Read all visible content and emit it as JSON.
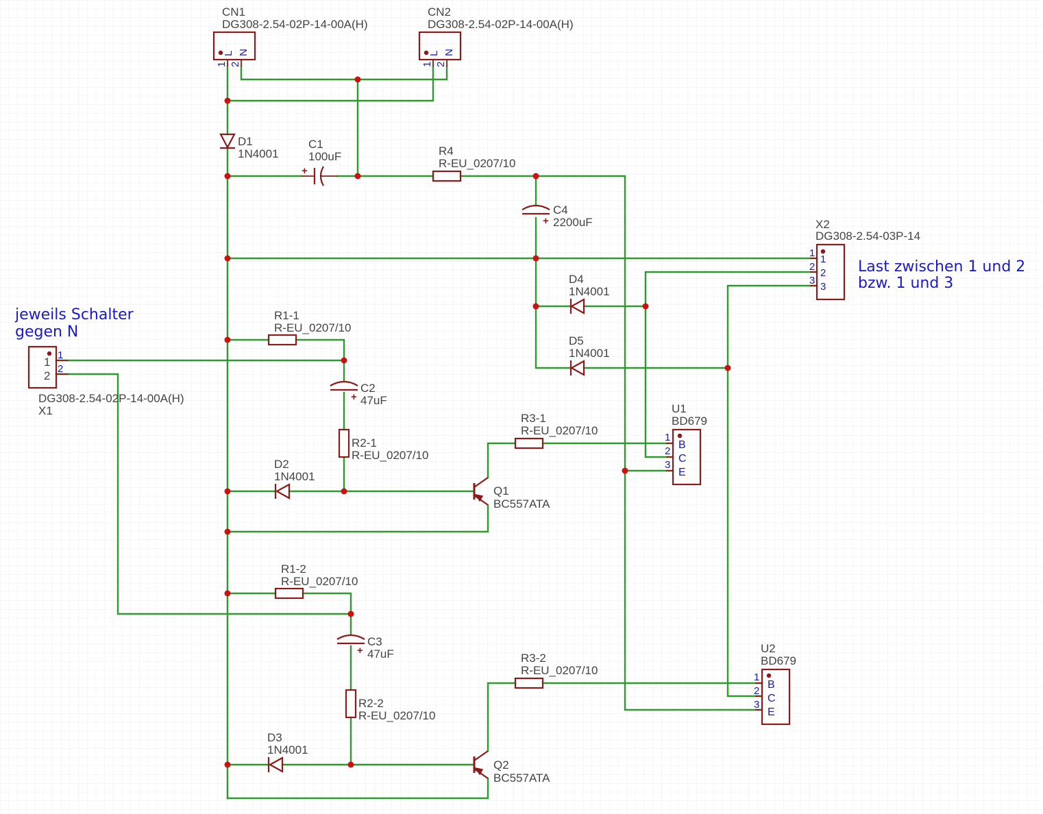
{
  "colors": {
    "wire": "#2e9a2e",
    "component": "#8b1a1a",
    "junction": "#cc1111",
    "label": "#444444",
    "note": "#1a1acc",
    "grid": "#ececec"
  },
  "notes": {
    "switch_line1": "jeweils Schalter",
    "switch_line2": "gegen N",
    "load_line1": "Last zwischen 1 und 2",
    "load_line2": "bzw. 1 und 3"
  },
  "components": {
    "cn1": {
      "name": "CN1",
      "value": "DG308-2.54-02P-14-00A(H)",
      "pin1": "1",
      "pin2": "2",
      "sig1": "L",
      "sig2": "N"
    },
    "cn2": {
      "name": "CN2",
      "value": "DG308-2.54-02P-14-00A(H)",
      "pin1": "1",
      "pin2": "2",
      "sig1": "L",
      "sig2": "N"
    },
    "d1": {
      "name": "D1",
      "value": "1N4001"
    },
    "c1": {
      "name": "C1",
      "value": "100uF"
    },
    "r4": {
      "name": "R4",
      "value": "R-EU_0207/10"
    },
    "c4": {
      "name": "C4",
      "value": "2200uF"
    },
    "x2": {
      "name": "X2",
      "value": "DG308-2.54-03P-14",
      "pin1": "1",
      "pin2": "2",
      "pin3": "3"
    },
    "d4": {
      "name": "D4",
      "value": "1N4001"
    },
    "d5": {
      "name": "D5",
      "value": "1N4001"
    },
    "r1_1": {
      "name": "R1-1",
      "value": "R-EU_0207/10"
    },
    "c2": {
      "name": "C2",
      "value": "47uF"
    },
    "x1": {
      "name": "X1",
      "value": "DG308-2.54-02P-14-00A(H)",
      "pin1": "1",
      "pin2": "2"
    },
    "r2_1": {
      "name": "R2-1",
      "value": "R-EU_0207/10"
    },
    "r3_1": {
      "name": "R3-1",
      "value": "R-EU_0207/10"
    },
    "u1": {
      "name": "U1",
      "value": "BD679",
      "pin1": "1",
      "pin2": "2",
      "pin3": "3",
      "sigB": "B",
      "sigC": "C",
      "sigE": "E"
    },
    "d2": {
      "name": "D2",
      "value": "1N4001"
    },
    "q1": {
      "name": "Q1",
      "value": "BC557ATA"
    },
    "r1_2": {
      "name": "R1-2",
      "value": "R-EU_0207/10"
    },
    "c3": {
      "name": "C3",
      "value": "47uF"
    },
    "r3_2": {
      "name": "R3-2",
      "value": "R-EU_0207/10"
    },
    "u2": {
      "name": "U2",
      "value": "BD679",
      "pin1": "1",
      "pin2": "2",
      "pin3": "3",
      "sigB": "B",
      "sigC": "C",
      "sigE": "E"
    },
    "r2_2": {
      "name": "R2-2",
      "value": "R-EU_0207/10"
    },
    "d3": {
      "name": "D3",
      "value": "1N4001"
    },
    "q2": {
      "name": "Q2",
      "value": "BC557ATA"
    }
  }
}
